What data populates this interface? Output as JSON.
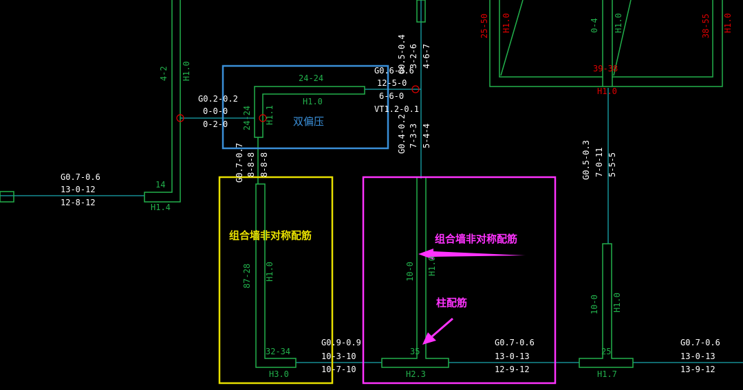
{
  "colors": {
    "background": "#000000",
    "wall": "#22b14c",
    "beam": "#1aa8b0",
    "label_white": "#ffffff",
    "label_red": "#e00000",
    "box_blue": "#3a8fd8",
    "box_yellow": "#e8e000",
    "box_magenta": "#ff33ff"
  },
  "annotations": {
    "blue_box": "双偏压",
    "yellow_box": "组合墙非对称配筋",
    "magenta_arrow_1": "组合墙非对称配筋",
    "magenta_arrow_2": "柱配筋"
  },
  "white_labels": {
    "a1": "G0.7-0.6",
    "a2": "13-0-12",
    "a3": "12-8-12",
    "b1": "G0.2-0.2",
    "b2": "0-0-0",
    "b3": "0-2-0",
    "c1": "G0.6-0.6",
    "c2": "12-5-0",
    "c3": "6-6-0",
    "c4": "VT1.2-0.1",
    "d1": "G0.5-0.4",
    "d2": "3-2-6",
    "d3": "4-6-7",
    "e1": "G0.4-0.2",
    "e2": "7-3-3",
    "e3": "5-4-4",
    "f1": "G0.7-0.7",
    "f2": "8-8-8",
    "f3": "8-8-8",
    "h1": "G0.9-0.9",
    "h2": "10-3-10",
    "h3": "10-7-10",
    "i1": "G0.7-0.6",
    "i2": "13-0-13",
    "i3": "12-9-12",
    "j1": "G0.5-0.3",
    "j2": "7-0-11",
    "j3": "5-5-5",
    "k1": "G0.7-0.6",
    "k2": "13-0-13",
    "k3": "13-9-12"
  },
  "green_labels": {
    "g1": "4-2",
    "g2": "H1.0",
    "g3": "14",
    "g4": "H1.4",
    "g5": "24-24",
    "g6": "24-24",
    "g7": "H1.0",
    "g8": "H1.1",
    "g9": "87-28",
    "g10": "H1.0",
    "g11": "32-34",
    "g12": "H3.0",
    "g13": "10-0",
    "g14": "H1.0",
    "g15": "35",
    "g16": "H2.3",
    "g17": "0-4",
    "g18": "H1.0",
    "g19": "10-0",
    "g20": "H1.0",
    "g21": "25",
    "g22": "H1.7"
  },
  "red_labels": {
    "r1": "25-50",
    "r2": "H1.0",
    "r3": "39-38",
    "r4": "H1.0",
    "r5": "38-55",
    "r6": "H1.0"
  }
}
